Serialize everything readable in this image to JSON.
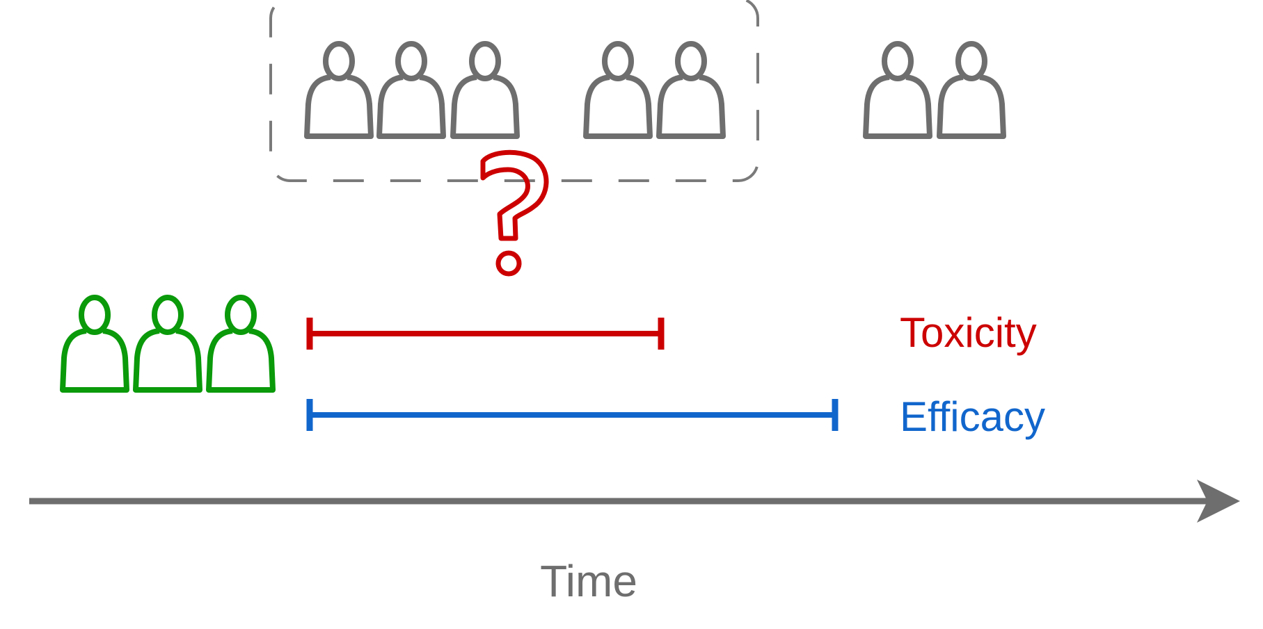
{
  "colors": {
    "gray": "#6e6e6e",
    "green": "#0a9a0a",
    "red": "#cc0000",
    "blue": "#1166cc",
    "dash": "#7a7a7a"
  },
  "icons": {
    "person": "person-icon",
    "question": "question-mark-icon",
    "arrow": "arrow-right-icon"
  },
  "labels": {
    "toxicity": "Toxicity",
    "efficacy": "Efficacy",
    "time": "Time"
  }
}
